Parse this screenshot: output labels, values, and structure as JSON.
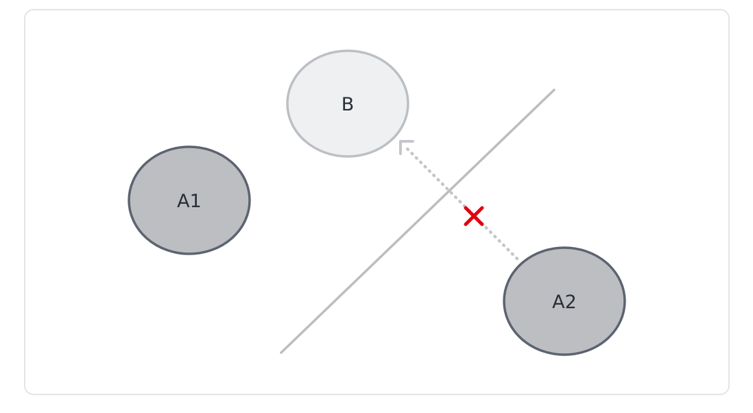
{
  "nodes": {
    "b": {
      "label": "B",
      "fill": "#eff0f2",
      "stroke": "#bcbfc4"
    },
    "a1": {
      "label": "A1",
      "fill": "#bcbec2",
      "stroke": "#5c6370"
    },
    "a2": {
      "label": "A2",
      "fill": "#bcbec2",
      "stroke": "#5c6370"
    }
  },
  "colors": {
    "divider": "#bdbdbd",
    "blocked_arrow": "#c4c6ca",
    "blocked_mark": "#e0000f"
  },
  "icons": {
    "blocked_mark": "x-mark-icon"
  }
}
